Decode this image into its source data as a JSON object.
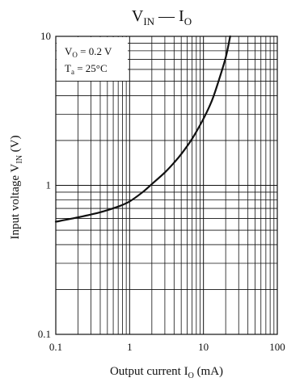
{
  "chart_data": {
    "type": "line",
    "title": {
      "base": "V",
      "sub": "IN",
      "sep": " — ",
      "base2": "I",
      "sub2": "O"
    },
    "xlabel": {
      "text": "Output current  I",
      "sub": "O",
      "unit": "  (mA)"
    },
    "ylabel": {
      "text": "Input voltage  V",
      "sub": "IN",
      "unit": "  (V)"
    },
    "x_scale": "log",
    "y_scale": "log",
    "xlim": [
      0.1,
      100
    ],
    "ylim": [
      0.1,
      10
    ],
    "x_ticks": [
      0.1,
      1,
      10,
      100
    ],
    "x_tick_labels": [
      "0.1",
      "1",
      "10",
      "100"
    ],
    "y_ticks": [
      0.1,
      1,
      10
    ],
    "y_tick_labels": [
      "0.1",
      "1",
      "10"
    ],
    "grid": true,
    "annotations": [
      {
        "base": "V",
        "sub": "O",
        "rest": " = 0.2 V"
      },
      {
        "base": "T",
        "sub": "a",
        "rest": " = 25°C"
      }
    ],
    "series": [
      {
        "x": [
          0.1,
          0.2,
          0.4,
          0.7,
          1.0,
          1.5,
          2.0,
          3.0,
          4.0,
          5.0,
          7.0,
          10.0,
          13.0,
          16.0,
          20.0,
          23.0
        ],
        "y": [
          0.57,
          0.61,
          0.66,
          0.72,
          0.78,
          0.9,
          1.02,
          1.22,
          1.42,
          1.62,
          2.05,
          2.8,
          3.7,
          5.0,
          7.2,
          10.0
        ],
        "color": "#111111"
      }
    ]
  }
}
